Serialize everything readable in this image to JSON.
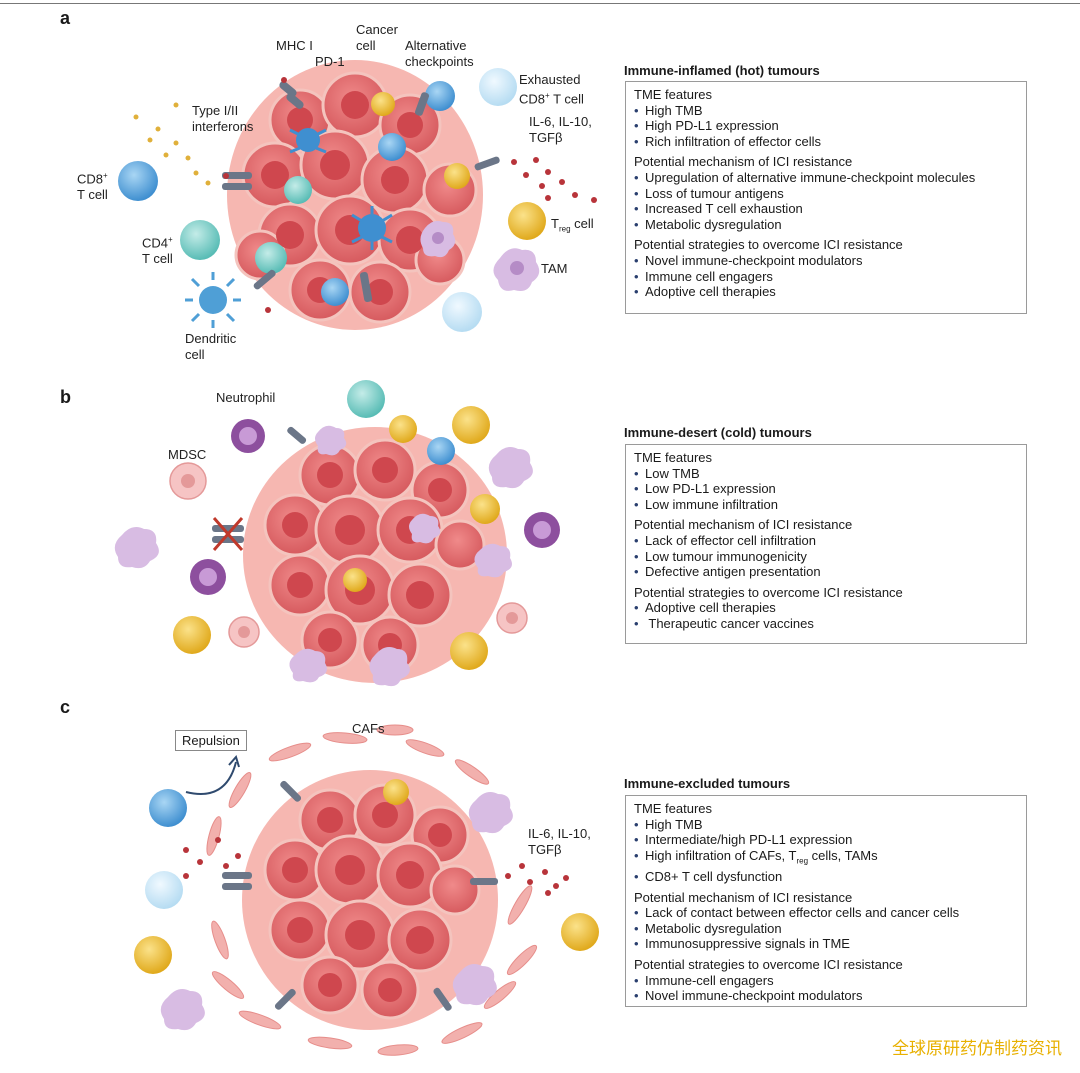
{
  "panels": [
    {
      "letter": "a",
      "heading": "Immune-inflamed (hot) tumours",
      "labels": {
        "cancer_cell": "Cancer\ncell",
        "mhc1": "MHC I",
        "pd1": "PD-1",
        "alt_checkpoints": "Alternative\ncheckpoints",
        "exhausted": "Exhausted",
        "exhausted2": "CD8",
        "exhausted2_sup": "+",
        "exhausted2_tail": " T cell",
        "interferons": "Type I/II\ninterferons",
        "cytokines": "IL-6, IL-10,\nTGFβ",
        "cd8": "CD8",
        "cd8_sup": "+",
        "cd8_tail": "T cell",
        "cd4": "CD4",
        "cd4_sup": "+",
        "cd4_tail": "T cell",
        "treg_t": "T",
        "treg_sub": "reg",
        "treg_tail": " cell",
        "tam": "TAM",
        "dendritic": "Dendritic\ncell"
      },
      "sections": [
        {
          "title": "TME features",
          "items": [
            "High TMB",
            "High PD-L1 expression",
            "Rich infiltration of effector cells"
          ]
        },
        {
          "title": "Potential mechanism of ICI resistance",
          "items": [
            "Upregulation of alternative immune-checkpoint molecules",
            "Loss of tumour antigens",
            "Increased T cell exhaustion",
            "Metabolic dysregulation"
          ]
        },
        {
          "title": "Potential strategies to overcome ICI resistance",
          "items": [
            "Novel immune-checkpoint modulators",
            "Immune cell engagers",
            "Adoptive cell therapies"
          ]
        }
      ]
    },
    {
      "letter": "b",
      "heading": "Immune-desert (cold) tumours",
      "labels": {
        "neutrophil": "Neutrophil",
        "mdsc": "MDSC"
      },
      "sections": [
        {
          "title": "TME features",
          "items": [
            "Low TMB",
            "Low PD-L1 expression",
            "Low immune infiltration"
          ]
        },
        {
          "title": "Potential mechanism of ICI resistance",
          "items": [
            "Lack of effector cell infiltration",
            "Low tumour immunogenicity",
            "Defective antigen presentation"
          ]
        },
        {
          "title": "Potential strategies to overcome ICI resistance",
          "items": [
            "Adoptive cell therapies",
            " Therapeutic cancer vaccines"
          ]
        }
      ]
    },
    {
      "letter": "c",
      "heading": "Immune-excluded tumours",
      "labels": {
        "cafs": "CAFs",
        "repulsion": "Repulsion",
        "cytokines": "IL-6, IL-10,\nTGFβ"
      },
      "sections": [
        {
          "title": "TME features",
          "items": [
            "High TMB",
            "Intermediate/high PD-L1 expression",
            "High infiltration of CAFs, T",
            "CD8+ T cell dysfunction"
          ],
          "item3_sub": "reg",
          "item3_tail": " cells, TAMs"
        },
        {
          "title": "Potential mechanism of ICI resistance",
          "items": [
            "Lack of contact between effector cells and cancer cells",
            "Metabolic dysregulation",
            "Immunosuppressive signals in TME"
          ]
        },
        {
          "title": "Potential strategies to overcome ICI resistance",
          "items": [
            "Immune-cell engagers",
            "Novel immune-checkpoint modulators"
          ]
        }
      ]
    }
  ],
  "watermark": "全球原研药仿制药资讯",
  "colors": {
    "tumour": "#e87878",
    "tumour_light": "#f6b7b1",
    "cd8": "#6fb3e3",
    "cd4": "#8fd3cf",
    "treg": "#f0c43c",
    "tam": "#d5b8df",
    "exhausted": "#cfe9f7",
    "checkpoint": "#6b7688",
    "dot": "#b8343a",
    "ifn": "#e0b03a",
    "dendritic": "#4f9fd6",
    "caf": "#f0a7a7"
  }
}
